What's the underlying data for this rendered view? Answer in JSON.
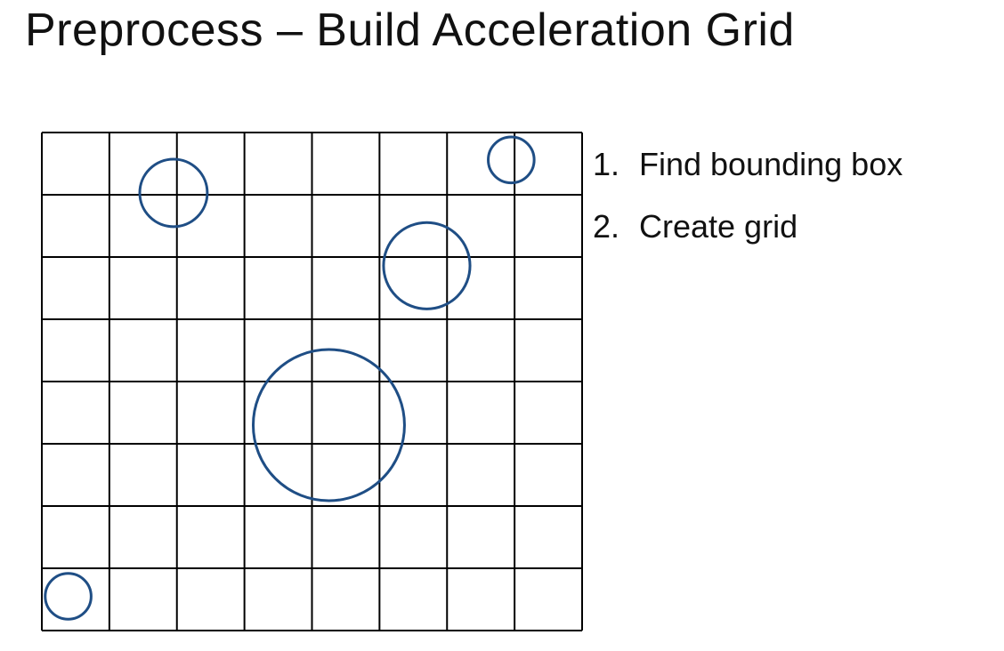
{
  "slide": {
    "title": "Preprocess – Build Acceleration Grid"
  },
  "steps": [
    {
      "number": "1.",
      "text": "Find bounding box"
    },
    {
      "number": "2.",
      "text": "Create grid"
    }
  ],
  "grid": {
    "columns": 8,
    "rows": 8
  },
  "colors": {
    "grid_line": "#000000",
    "circle_stroke": "#1f4e85"
  },
  "circles": [
    {
      "cell_x": 1.95,
      "cell_y": 0.97,
      "radius_cells": 0.5
    },
    {
      "cell_x": 6.95,
      "cell_y": 0.44,
      "radius_cells": 0.34
    },
    {
      "cell_x": 5.7,
      "cell_y": 2.14,
      "radius_cells": 0.64
    },
    {
      "cell_x": 4.25,
      "cell_y": 4.7,
      "radius_cells": 1.12
    },
    {
      "cell_x": 0.39,
      "cell_y": 7.45,
      "radius_cells": 0.34
    }
  ]
}
